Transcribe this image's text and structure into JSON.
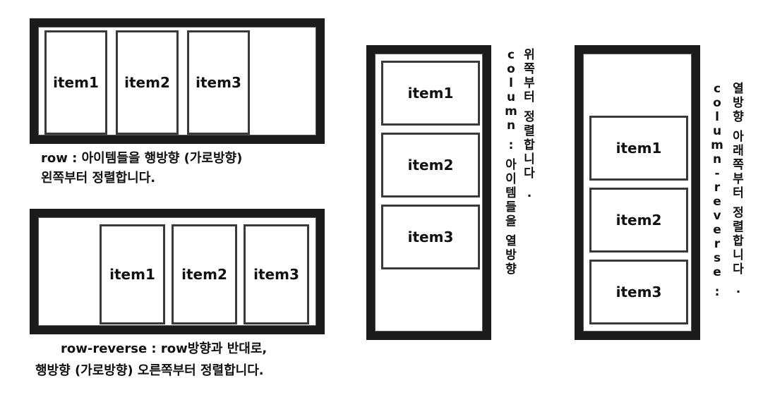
{
  "items": [
    "item1",
    "item2",
    "item3"
  ],
  "row": {
    "caption_line1": "row : 아이템들을 행방향 (가로방향)",
    "caption_line2": "왼쪽부터 정렬합니다."
  },
  "row_reverse": {
    "caption_line1": "row-reverse : row방향과 반대로,",
    "caption_line2": "행방향 (가로방향) 오른쪽부터 정렬합니다."
  },
  "column": {
    "caption_col1": "column : 아이템들을 열방향",
    "caption_col2": "위쪽부터 정렬합니다 ."
  },
  "column_reverse": {
    "caption_col1": "column-reverse :",
    "caption_col2": "열방향 아래쪽부터 정렬합니다 ."
  }
}
